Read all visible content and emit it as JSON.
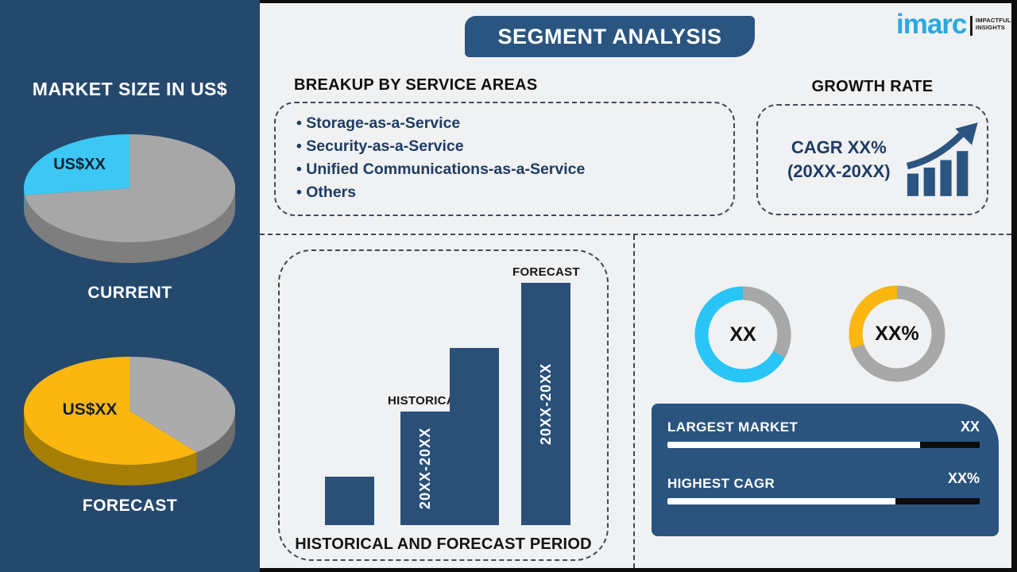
{
  "header": {
    "title": "SEGMENT ANALYSIS"
  },
  "logo": {
    "brand": "imarc",
    "tagline_line1": "IMPACTFUL",
    "tagline_line2": "INSIGHTS"
  },
  "colors": {
    "sidebar_blue": "#25496d",
    "brand_blue": "#2a5580",
    "bar_blue": "#2a5078",
    "cyan": "#3cc7f4",
    "donut_cyan": "#29c5f6",
    "yellow": "#fbb70f",
    "gray": "#a8a8a8",
    "navy_text": "#1e3c64",
    "frame_black": "#0d0d0d"
  },
  "sidebar": {
    "title": "MARKET SIZE IN US$"
  },
  "breakup": {
    "title": "BREAKUP BY SERVICE AREAS",
    "items": [
      "Storage-as-a-Service",
      "Security-as-a-Service",
      "Unified Communications-as-a-Service",
      "Others"
    ]
  },
  "growth": {
    "title": "GROWTH RATE",
    "line1": "CAGR XX%",
    "line2": "(20XX-20XX)"
  },
  "chart_data": [
    {
      "id": "current-pie",
      "type": "pie",
      "title": "CURRENT",
      "slices": [
        {
          "label": "US$XX",
          "pct": 27,
          "color": "#3cc7f4",
          "side": "#2c9cc4"
        },
        {
          "label": "",
          "pct": 73,
          "color": "#a7a7a7",
          "side": "#7e7e7e"
        }
      ]
    },
    {
      "id": "forecast-pie",
      "type": "pie",
      "title": "FORECAST",
      "slices": [
        {
          "label": "US$XX",
          "pct": 61,
          "color": "#fbb70f",
          "side": "#a57e05"
        },
        {
          "label": "",
          "pct": 39,
          "color": "#ababab",
          "side": "#6e6e6e"
        }
      ]
    },
    {
      "id": "period-bars",
      "type": "bar",
      "title": "HISTORICAL AND FORECAST PERIOD",
      "ylim": [
        0,
        100
      ],
      "grid": false,
      "bars": [
        {
          "pct": 20,
          "top_label": "",
          "inner_label": ""
        },
        {
          "pct": 47,
          "top_label": "HISTORICAL",
          "inner_label": "20XX-20XX"
        },
        {
          "pct": 73,
          "top_label": "",
          "inner_label": ""
        },
        {
          "pct": 100,
          "top_label": "FORECAST",
          "inner_label": "20XX-20XX"
        }
      ]
    },
    {
      "id": "donut-1",
      "type": "pie",
      "center_label": "XX",
      "seg_pct": 33,
      "seg_color": "#a8a8a8",
      "base_color": "#29c5f6",
      "seg_start_deg": -90
    },
    {
      "id": "donut-2",
      "type": "pie",
      "center_label": "XX%",
      "seg_pct": 30,
      "seg_color": "#fbb70f",
      "base_color": "#a8a8a8",
      "seg_start_deg": 162
    },
    {
      "id": "metric-bars",
      "type": "bar",
      "rows": [
        {
          "label": "LARGEST MARKET",
          "value": "XX",
          "pct": 81
        },
        {
          "label": "HIGHEST CAGR",
          "value": "XX%",
          "pct": 73
        }
      ]
    }
  ]
}
